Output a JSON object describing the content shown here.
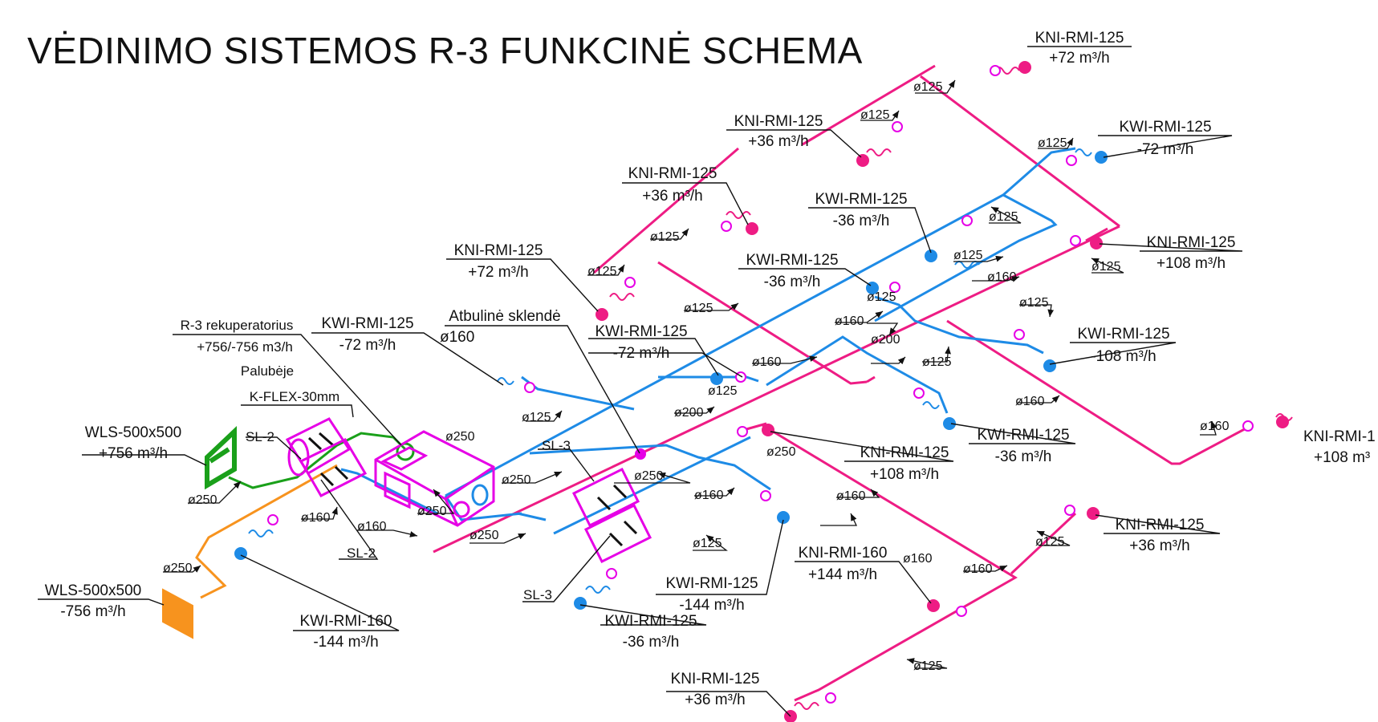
{
  "title": "VĖDINIMO SISTEMOS R-3 FUNKCINĖ SCHEMA",
  "colors": {
    "supply": "#ee1c84",
    "exhaust": "#1e8be6",
    "fresh_air": "#1aa01a",
    "discharge": "#f7931e",
    "equipment": "#e600e6",
    "leader": "#111111"
  },
  "unit": {
    "name": "R-3 rekuperatorius",
    "flow": "+756/-756 m3/h",
    "location": "Palubėje",
    "insulation": "K-FLEX-30mm"
  },
  "intake": {
    "code": "WLS-500x500",
    "flow": "+756 m³/h",
    "dia": "ø250",
    "icon": "louver-intake-icon"
  },
  "outlet": {
    "code": "WLS-500x500",
    "flow": "-756 m³/h",
    "dia": "ø250",
    "icon": "louver-outlet-icon"
  },
  "check_valve": {
    "label": "Atbulinė sklendė",
    "dia": "ø160"
  },
  "silencers": [
    "SL-2",
    "SL-2",
    "SL-3",
    "SL-3"
  ],
  "terminals": [
    {
      "code": "KNI-RMI-125",
      "flow": "+72 m³/h"
    },
    {
      "code": "KNI-RMI-125",
      "flow": "+36 m³/h"
    },
    {
      "code": "KWI-RMI-125",
      "flow": "-72 m³/h"
    },
    {
      "code": "KNI-RMI-125",
      "flow": "+36 m³/h"
    },
    {
      "code": "KWI-RMI-125",
      "flow": "-36 m³/h"
    },
    {
      "code": "KNI-RMI-125",
      "flow": "+108 m³/h"
    },
    {
      "code": "KNI-RMI-125",
      "flow": "+72 m³/h"
    },
    {
      "code": "KWI-RMI-125",
      "flow": "-36 m³/h"
    },
    {
      "code": "KWI-RMI-125",
      "flow": "-72 m³/h"
    },
    {
      "code": "KWI-RMI-125",
      "flow": "-72 m³/h"
    },
    {
      "code": "KWI-RMI-125",
      "flow": "-108 m³/h"
    },
    {
      "code": "KWI-RMI-125",
      "flow": "-36 m³/h"
    },
    {
      "code": "KNI-RMI-125",
      "flow": "+108 m³/h"
    },
    {
      "code": "KNI-RMI-1",
      "flow": "+108 m³"
    },
    {
      "code": "KNI-RMI-125",
      "flow": "+36 m³/h"
    },
    {
      "code": "KNI-RMI-160",
      "flow": "+144 m³/h"
    },
    {
      "code": "KWI-RMI-125",
      "flow": "-144 m³/h"
    },
    {
      "code": "KWI-RMI-125",
      "flow": "-36 m³/h"
    },
    {
      "code": "KWI-RMI-160",
      "flow": "-144 m³/h"
    },
    {
      "code": "KNI-RMI-125",
      "flow": "+36 m³/h"
    }
  ],
  "diameters": [
    "ø125",
    "ø160",
    "ø200",
    "ø250"
  ]
}
